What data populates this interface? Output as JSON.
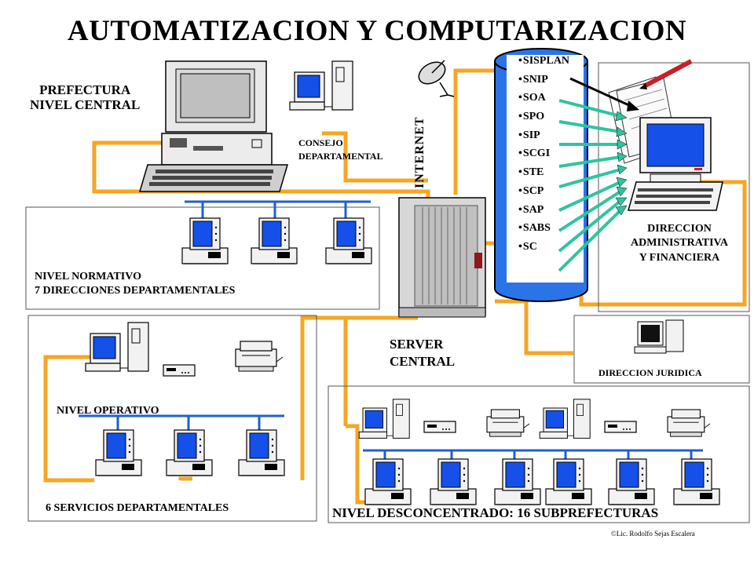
{
  "title": "AUTOMATIZACION Y COMPUTARIZACION",
  "labels": {
    "prefectura_line1": "PREFECTURA",
    "prefectura_line2": "NIVEL CENTRAL",
    "consejo_line1": "CONSEJO",
    "consejo_line2": "DEPARTAMENTAL",
    "internet": "INTERNET",
    "normativo_line1": "NIVEL NORMATIVO",
    "normativo_line2": "7  DIRECCIONES DEPARTAMENTALES",
    "server_line1": "SERVER",
    "server_line2": "CENTRAL",
    "dir_admin_line1": "DIRECCION",
    "dir_admin_line2": "ADMINISTRATIVA",
    "dir_admin_line3": "Y FINANCIERA",
    "dir_juridica": "DIRECCION  JURIDICA",
    "operativo": "NIVEL OPERATIVO",
    "servicios": "6   SERVICIOS DEPARTAMENTALES",
    "desconcentrado": "NIVEL  DESCONCENTRADO: 16  SUBPREFECTURAS",
    "credit": "©Lic. Rodolfo Sejas Escalera"
  },
  "systems": [
    "SISPLAN",
    "SNIP",
    "SOA",
    "SPO",
    "SIP",
    "SCGI",
    "STE",
    "SCP",
    "SAP",
    "SABS",
    "SC"
  ],
  "colors": {
    "network_orange": "#f5a623",
    "lan_blue": "#1f5fd6",
    "screen_blue": "#1550e8",
    "arrow_teal": "#2ec4a0",
    "database_blue": "#2a74e8",
    "pc_body": "#f2f2f2"
  },
  "icons": [
    "computer-icon",
    "tower-pc-icon",
    "printer-icon",
    "hub-icon",
    "satellite-dish-icon",
    "server-rack-icon",
    "pencil-icon",
    "document-stack-icon"
  ]
}
